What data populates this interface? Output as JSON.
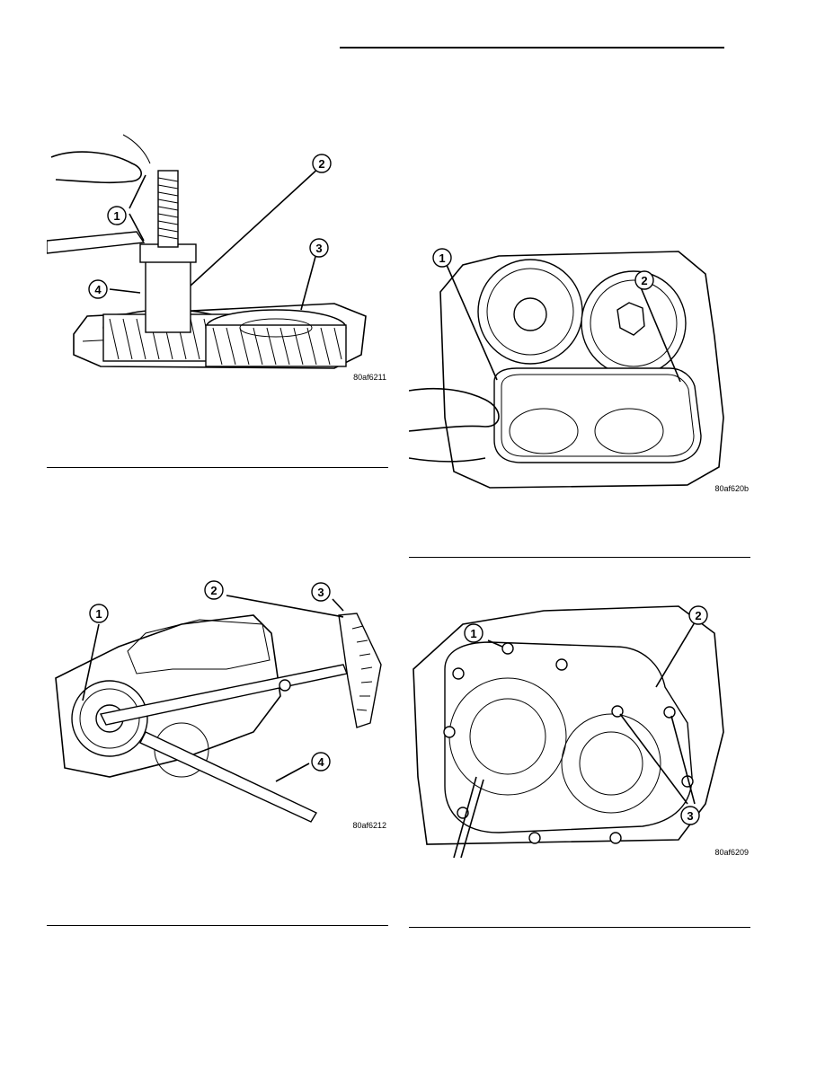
{
  "figures": [
    {
      "id": "fig1",
      "code": "80af6211",
      "callouts": [
        "1",
        "2",
        "3",
        "4"
      ]
    },
    {
      "id": "fig2",
      "code": "80af620b",
      "callouts": [
        "1",
        "2"
      ]
    },
    {
      "id": "fig3",
      "code": "80af6212",
      "callouts": [
        "1",
        "2",
        "3",
        "4"
      ]
    },
    {
      "id": "fig4",
      "code": "80af6209",
      "callouts": [
        "1",
        "2",
        "3"
      ]
    }
  ]
}
